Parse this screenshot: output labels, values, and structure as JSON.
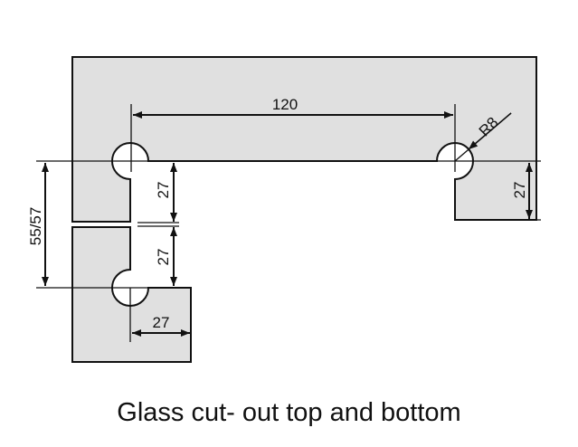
{
  "dimensions": {
    "top_span": "120",
    "radius": "R8",
    "right_depth": "27",
    "upper_left_depth": "27",
    "lower_left_depth": "27",
    "overall_height": "55/57",
    "bottom_width": "27"
  },
  "caption": "Glass cut- out top and bottom",
  "colors": {
    "glass": "#e0e0e0",
    "line": "#111111"
  }
}
